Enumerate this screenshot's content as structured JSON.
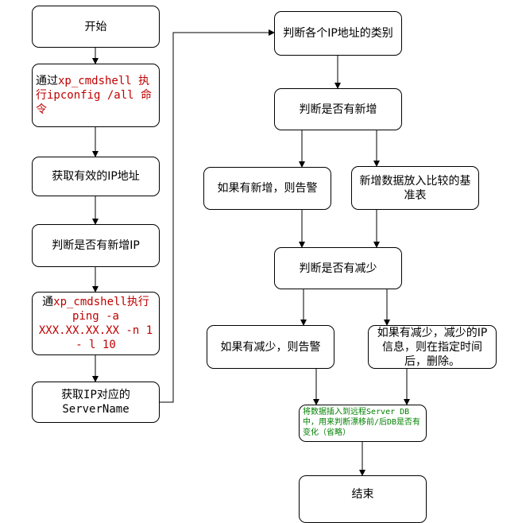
{
  "nodes": {
    "start": "开始",
    "exec_ipconfig_prefix": "通过",
    "exec_ipconfig_cmd": "xp_cmdshell 执行ipconfig /all 命令",
    "get_valid_ip": "获取有效的IP地址",
    "check_new_ip": "判断是否有新增IP",
    "exec_ping_prefix": "通",
    "exec_ping_cmd": "xp_cmdshell执行 ping -a XXX.XX.XX.XX -n 1 - l 10",
    "get_servername": "获取IP对应的 ServerName",
    "classify_ip": "判断各个IP地址的类别",
    "check_added": "判断是否有新增",
    "alert_added": "如果有新增，则告警",
    "store_new": "新增数据放入比较的基准表",
    "check_reduced": "判断是否有减少",
    "alert_reduced": "如果有减少，则告警",
    "delete_reduced": "如果有减少，减少的IP信息，则在指定时间后，删除。",
    "insert_remote": "将数据插入到远程Server DB中，用来判断漂移前/后DB是否有变化（省略）",
    "end": "结束"
  },
  "colors": {
    "stroke": "#000000",
    "command_text": "#c00000",
    "note_text": "#008000"
  }
}
